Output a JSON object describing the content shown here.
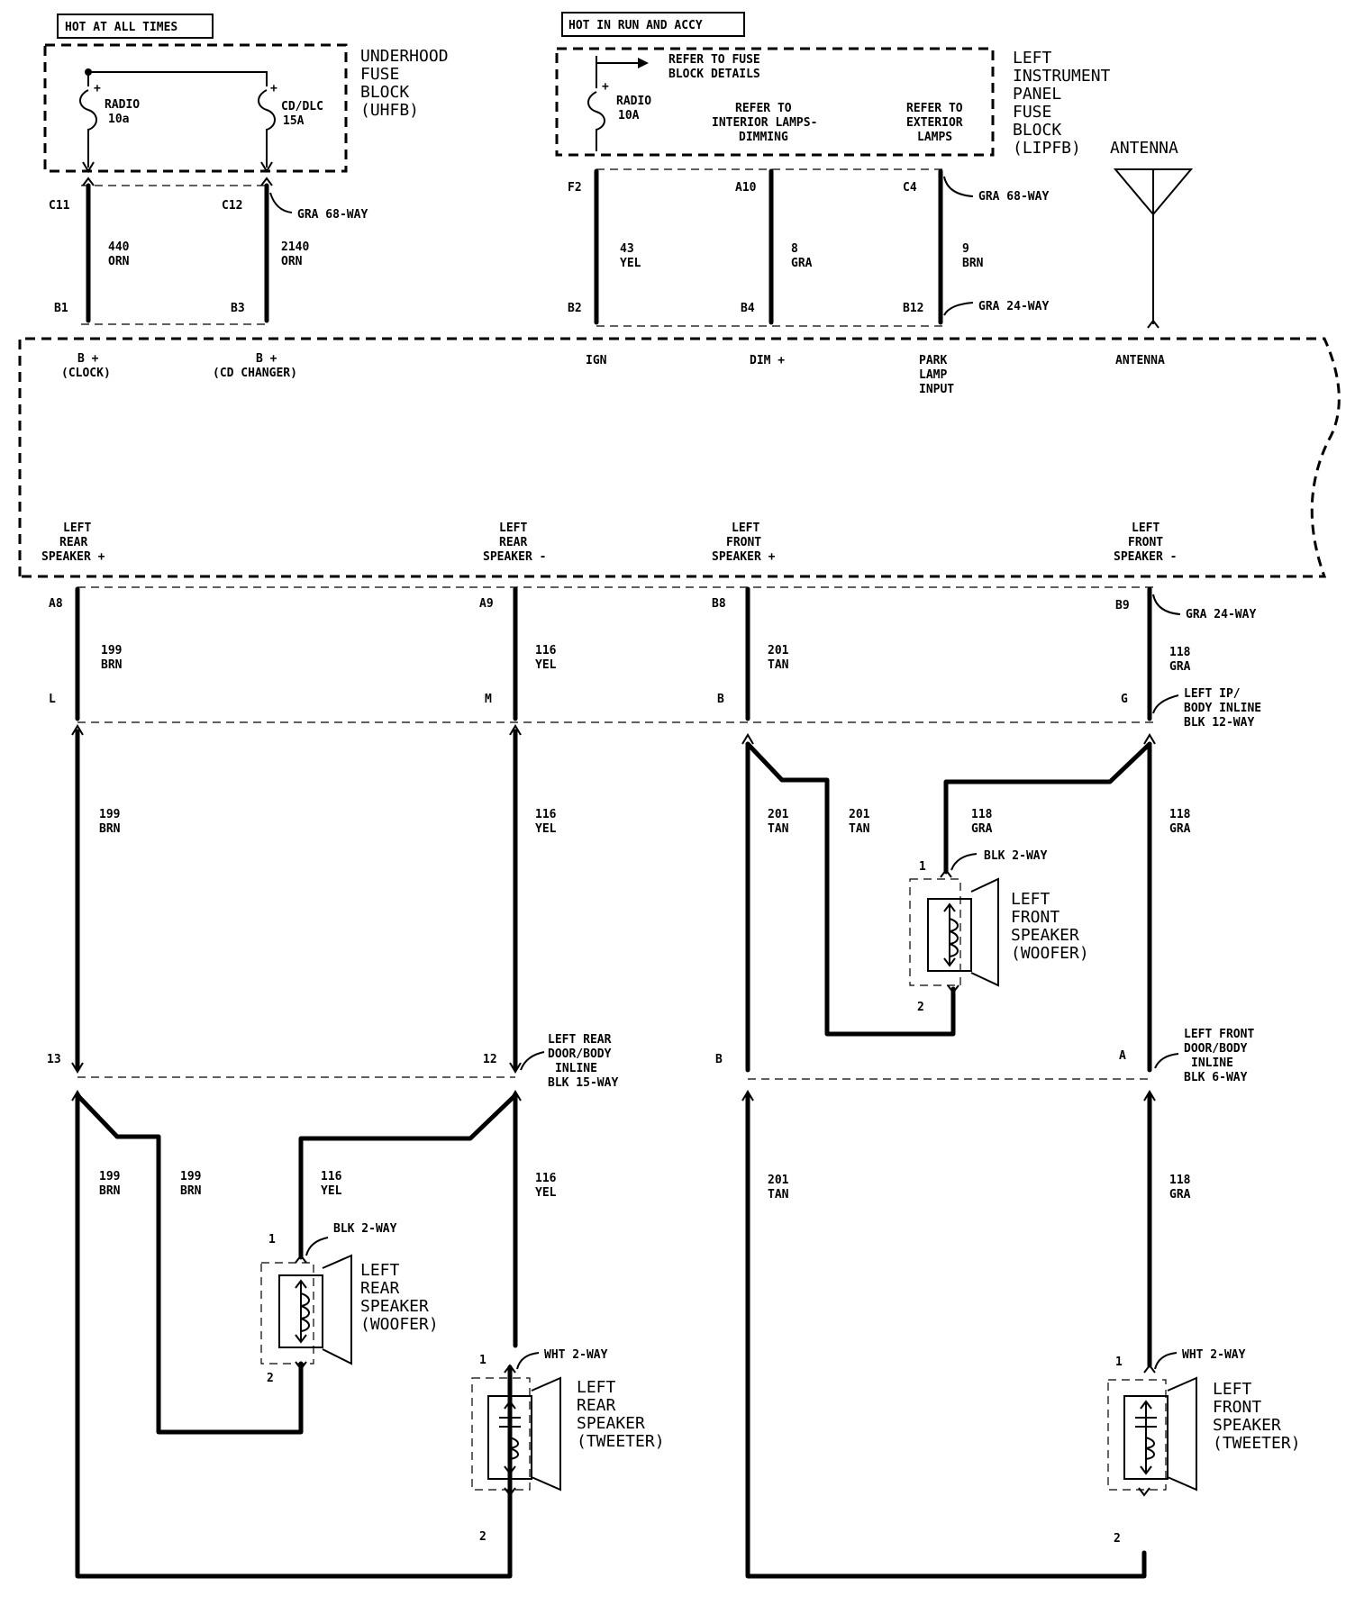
{
  "power": {
    "hot_always": "HOT AT ALL TIMES",
    "hot_run_accy": "HOT IN RUN AND ACCY",
    "uhfb_label": [
      "UNDERHOOD",
      "FUSE",
      "BLOCK",
      "(UHFB)"
    ],
    "lipfb_label": [
      "LEFT",
      "INSTRUMENT",
      "PANEL",
      "FUSE",
      "BLOCK",
      "(LIPFB)"
    ],
    "fuse_radio_a": [
      "RADIO",
      "10a"
    ],
    "fuse_cd": [
      "CD/DLC",
      "15A"
    ],
    "fuse_radio_b": [
      "RADIO",
      "10A"
    ],
    "refer_fuse": [
      "REFER TO FUSE",
      "BLOCK DETAILS"
    ],
    "refer_interior": [
      "REFER TO",
      "INTERIOR LAMPS-",
      "DIMMING"
    ],
    "refer_exterior": [
      "REFER TO",
      "EXTERIOR",
      "LAMPS"
    ],
    "antenna": "ANTENNA",
    "plus": "+"
  },
  "connectors": {
    "gra68": "GRA 68-WAY",
    "gra24": "GRA 24-WAY",
    "ip_body": [
      "LEFT IP/",
      "BODY INLINE",
      "BLK 12-WAY"
    ],
    "rear_door": [
      "LEFT REAR",
      "DOOR/BODY",
      "INLINE",
      "BLK 15-WAY"
    ],
    "front_door": [
      "LEFT FRONT",
      "DOOR/BODY",
      "INLINE",
      "BLK 6-WAY"
    ],
    "blk2": "BLK 2-WAY",
    "wht2": "WHT 2-WAY"
  },
  "pins": {
    "c11": "C11",
    "c12": "C12",
    "b1": "B1",
    "b3": "B3",
    "f2": "F2",
    "a10": "A10",
    "c4": "C4",
    "b2": "B2",
    "b4": "B4",
    "b12": "B12",
    "a8": "A8",
    "a9": "A9",
    "b8": "B8",
    "b9": "B9",
    "l": "L",
    "m": "M",
    "b": "B",
    "g": "G",
    "p13": "13",
    "p12": "12",
    "pb": "B",
    "pa": "A",
    "one": "1",
    "two": "2"
  },
  "wires": {
    "w440": [
      "440",
      "ORN"
    ],
    "w2140": [
      "2140",
      "ORN"
    ],
    "w43": [
      "43",
      "YEL"
    ],
    "w8": [
      "8",
      "GRA"
    ],
    "w9": [
      "9",
      "BRN"
    ],
    "w199": [
      "199",
      "BRN"
    ],
    "w116": [
      "116",
      "YEL"
    ],
    "w201": [
      "201",
      "TAN"
    ],
    "w118": [
      "118",
      "GRA"
    ]
  },
  "radio": {
    "b_clock": [
      "B +",
      "(CLOCK)"
    ],
    "b_cd": [
      "B +",
      "(CD CHANGER)"
    ],
    "ign": "IGN",
    "dim": "DIM +",
    "park": [
      "PARK",
      "LAMP",
      "INPUT"
    ],
    "antenna_in": "ANTENNA",
    "lr_plus": [
      "LEFT",
      "REAR",
      "SPEAKER +"
    ],
    "lr_minus": [
      "LEFT",
      "REAR",
      "SPEAKER -"
    ],
    "lf_plus": [
      "LEFT",
      "FRONT",
      "SPEAKER +"
    ],
    "lf_minus": [
      "LEFT",
      "FRONT",
      "SPEAKER -"
    ]
  },
  "speakers": {
    "lf_woofer": [
      "LEFT",
      "FRONT",
      "SPEAKER",
      "(WOOFER)"
    ],
    "lr_woofer": [
      "LEFT",
      "REAR",
      "SPEAKER",
      "(WOOFER)"
    ],
    "lr_tweeter": [
      "LEFT",
      "REAR",
      "SPEAKER",
      "(TWEETER)"
    ],
    "lf_tweeter": [
      "LEFT",
      "FRONT",
      "SPEAKER",
      "(TWEETER)"
    ]
  }
}
